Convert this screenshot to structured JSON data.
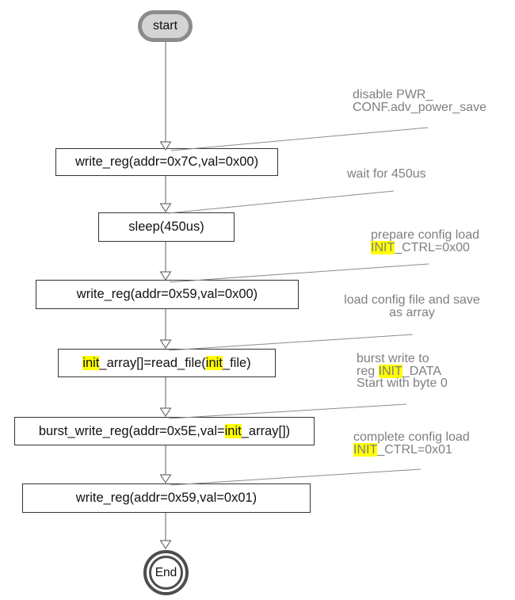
{
  "highlight_terms": [
    "init",
    "INIT"
  ],
  "diagram": {
    "start_label": "start",
    "end_label": "End",
    "steps": [
      {
        "label": "write_reg(addr=0x7C,val=0x00)"
      },
      {
        "label": "sleep(450us)"
      },
      {
        "label": "write_reg(addr=0x59,val=0x00)"
      },
      {
        "label": "init_array[]=read_file(init_file)"
      },
      {
        "label": "burst_write_reg(addr=0x5E,val=init_array[])"
      },
      {
        "label": "write_reg(addr=0x59,val=0x01)"
      }
    ],
    "annotations": [
      {
        "lines": [
          "disable PWR_",
          "CONF.adv_power_save"
        ]
      },
      {
        "lines": [
          "wait for 450us"
        ]
      },
      {
        "lines": [
          "prepare config load",
          "INIT_CTRL=0x00"
        ]
      },
      {
        "lines": [
          "load config file and save",
          "as array"
        ]
      },
      {
        "lines": [
          "burst write to",
          "reg INIT_DATA",
          "Start with byte 0"
        ]
      },
      {
        "lines": [
          "complete config load",
          "INIT_CTRL=0x01"
        ]
      }
    ],
    "colors": {
      "annotation_text": "#7f7f7f",
      "highlight": "#ffff00",
      "line": "#8c8c8c",
      "box_border": "#333333",
      "start_fill": "#d4d4d4",
      "start_border": "#8b8b8b",
      "end_border": "#4d4d4d"
    }
  }
}
